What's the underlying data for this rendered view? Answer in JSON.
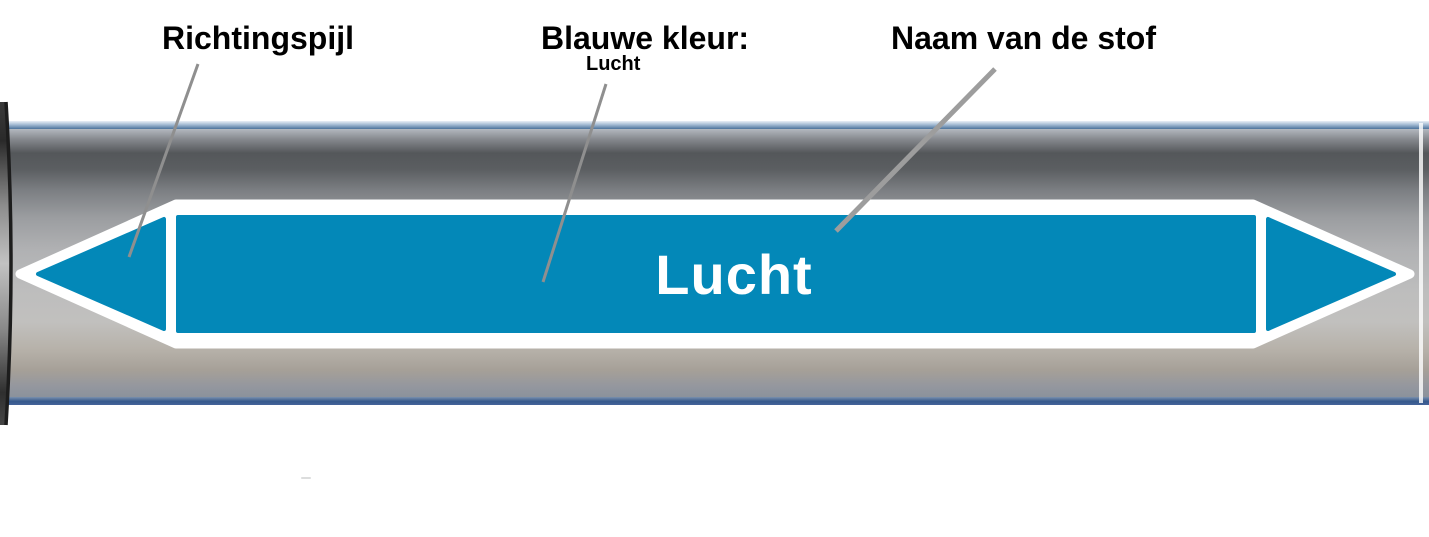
{
  "diagram": {
    "annotations": {
      "richtingspijl": "Richtingspijl",
      "blauwe_kleur_title": "Blauwe kleur:",
      "blauwe_kleur_value": "Lucht",
      "naam_van_de_stof": "Naam van de stof"
    },
    "pipe_marker": {
      "substance_name": "Lucht",
      "marker_color": "#0388b8",
      "outline_color": "#ffffff",
      "arrow_directions": [
        "left",
        "right"
      ]
    },
    "colors": {
      "marker_blue": "#0388b8",
      "pipe_edge_blue_top": "#4d749c",
      "pipe_edge_blue_bottom": "#35598c",
      "pipe_metal_gray": "#bdbdbd",
      "leader_line_gray": "#8f8f8f",
      "annotation_text": "#000000"
    }
  }
}
